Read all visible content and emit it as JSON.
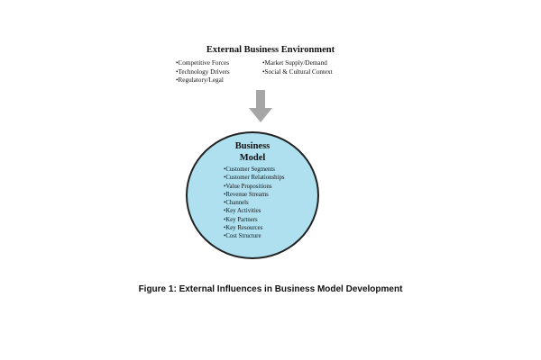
{
  "environment": {
    "title": "External Business Environment",
    "factors_left": [
      "•Competitive Forces",
      "•Technology Drivers",
      "•Regulatory/Legal"
    ],
    "factors_right": [
      "•Market Supply/Demand",
      "•Social & Cultural Context"
    ]
  },
  "business_model": {
    "title_line1": "Business",
    "title_line2": "Model",
    "items": [
      "•Customer Segments",
      "•Customer Relationships",
      "•Value Propositions",
      "•Revenue Streams",
      "•Channels",
      "•Key Activities",
      "•Key Partners",
      "•Key Resources",
      "•Cost Structure"
    ]
  },
  "caption": "Figure 1: External Influences in Business Model Development",
  "colors": {
    "circle_fill": "#aee0f0",
    "arrow_fill": "#a6a6a6"
  }
}
